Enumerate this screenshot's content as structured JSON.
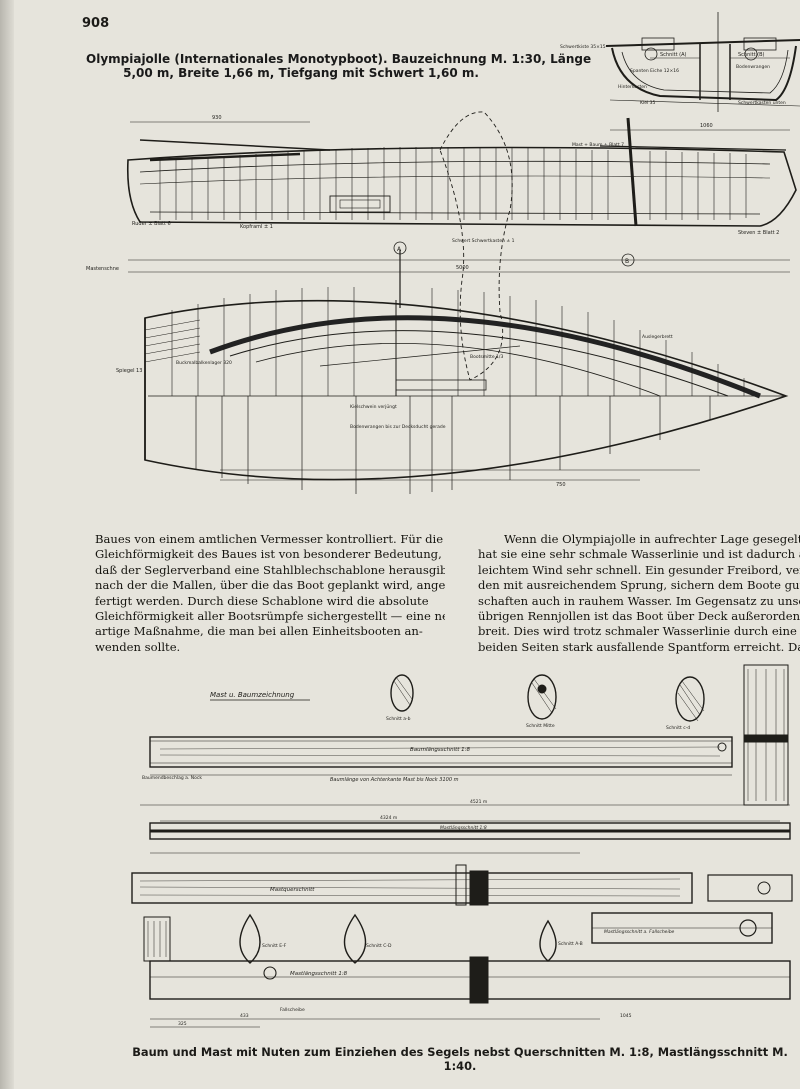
{
  "page": {
    "number": "908",
    "title_line1": "Olympiajolle (Internationales Monotypboot). Bauzeichnung M. 1:30, Länge",
    "title_line2": "5,00 m, Breite 1,66 m, Tiefgang mit Schwert 1,60 m."
  },
  "hull_drawing": {
    "labels": {
      "ruder": "Ruder ± Blatt 6",
      "kopframl": "Kopframl ± 1",
      "steven": "Steven ± Blatt 2",
      "mast": "Mast + Baum ± Blatt 7",
      "schwert": "Schwert Schwertkasten ± 1",
      "ausleger": "Auslegerbrett",
      "mastenschne": "Mastenschne",
      "spiegel": "Spiegel 13",
      "kielschwein": "Kielschwein verjüngt",
      "bodenwrangen": "Bodenwrangen bis zur Decksducht gerade",
      "bootsmitte": "Bootsmitte 1/3",
      "buckmalbalken": "Buckmalbalkenlager 320",
      "dimensions": [
        "930",
        "1060",
        "5000",
        "750"
      ],
      "circle_a": "A",
      "circle_b": "B"
    }
  },
  "section_drawing": {
    "labels": {
      "schwertkiste": "Schwertkiste 35×15",
      "schnitt_a": "Schnitt (A)",
      "schnitt_b": "Schnitt (B)",
      "spanten": "Spanten Eiche 12×16",
      "hinterkasten": "Hinterkasten",
      "bodenwrangen": "Bodenwrangen",
      "kiel": "Kiel 35",
      "schwertkasten": "Schwertkasten unten"
    }
  },
  "body": {
    "col1": [
      "Baues von einem amtlichen Vermesser kontrolliert. Für die",
      "Gleichförmigkeit des Baues ist von besonderer Bedeutung,",
      "daß der Seglerverband eine Stahlblechschablone herausgibt,",
      "nach der die Mallen, über die das Boot geplankt wird, ange-",
      "fertigt werden. Durch diese Schablone wird die absolute",
      "Gleichförmigkeit aller Bootsrümpfe sichergestellt — eine neu-",
      "artige Maßnahme, die man bei allen Einheitsbooten an-",
      "wenden sollte."
    ],
    "col2": [
      "Wenn die Olympiajolle in aufrechter Lage gesegelt w",
      "hat sie eine sehr schmale Wasserlinie und ist dadurch auch",
      "leichtem Wind sehr schnell. Ein gesunder Freibord, verb",
      "den mit ausreichendem Sprung, sichern dem Boote gute Eig",
      "schaften auch in rauhem Wasser. Im Gegensatz zu unse",
      "übrigen Rennjollen ist das Boot über Deck außerordent",
      "breit. Dies wird trotz schmaler Wasserlinie durch eine n",
      "beiden Seiten stark ausfallende Spantform erreicht. Dadu"
    ]
  },
  "mast_drawing": {
    "labels": {
      "heading": "Mast u. Baumzeichnung",
      "schnitt_a_b": "Schnitt a-b",
      "schnitt_mitte": "Schnitt Mitte",
      "schnitt_c_d": "Schnitt c-d",
      "baumlaengsschnitt": "Baumlängsschnitt 1:8",
      "baumlaenge": "Baumlänge von Achterkante Mast bis Nock 3100 m",
      "baumendbeschlag": "Baumendbeschlag a. Nock",
      "mastlaengsschnitt_top": "Mastlängsschnitt 1:8",
      "dim_4521": "4521 m",
      "dim_4324": "4324 m",
      "mastquerschnitt": "Mastquerschnitt",
      "mastlaengsschnitt_bottom": "Mastlängsschnitt 1:8",
      "mastlaengsschnitt_fall": "Mastlängsschnitt a. Fallscheibe",
      "schnitt_e_f": "Schnitt E-F",
      "schnitt_c_d2": "Schnitt C-D",
      "schnitt_a_b2": "Schnitt A-B",
      "fallscheibe": "Fallscheibe",
      "dim_433": "433",
      "dim_1045": "1045",
      "dim_325": "325"
    }
  },
  "caption": "Baum und Mast mit Nuten zum Einziehen des Segels nebst Querschnitten M. 1:8, Mastlängsschnitt M. 1:40."
}
